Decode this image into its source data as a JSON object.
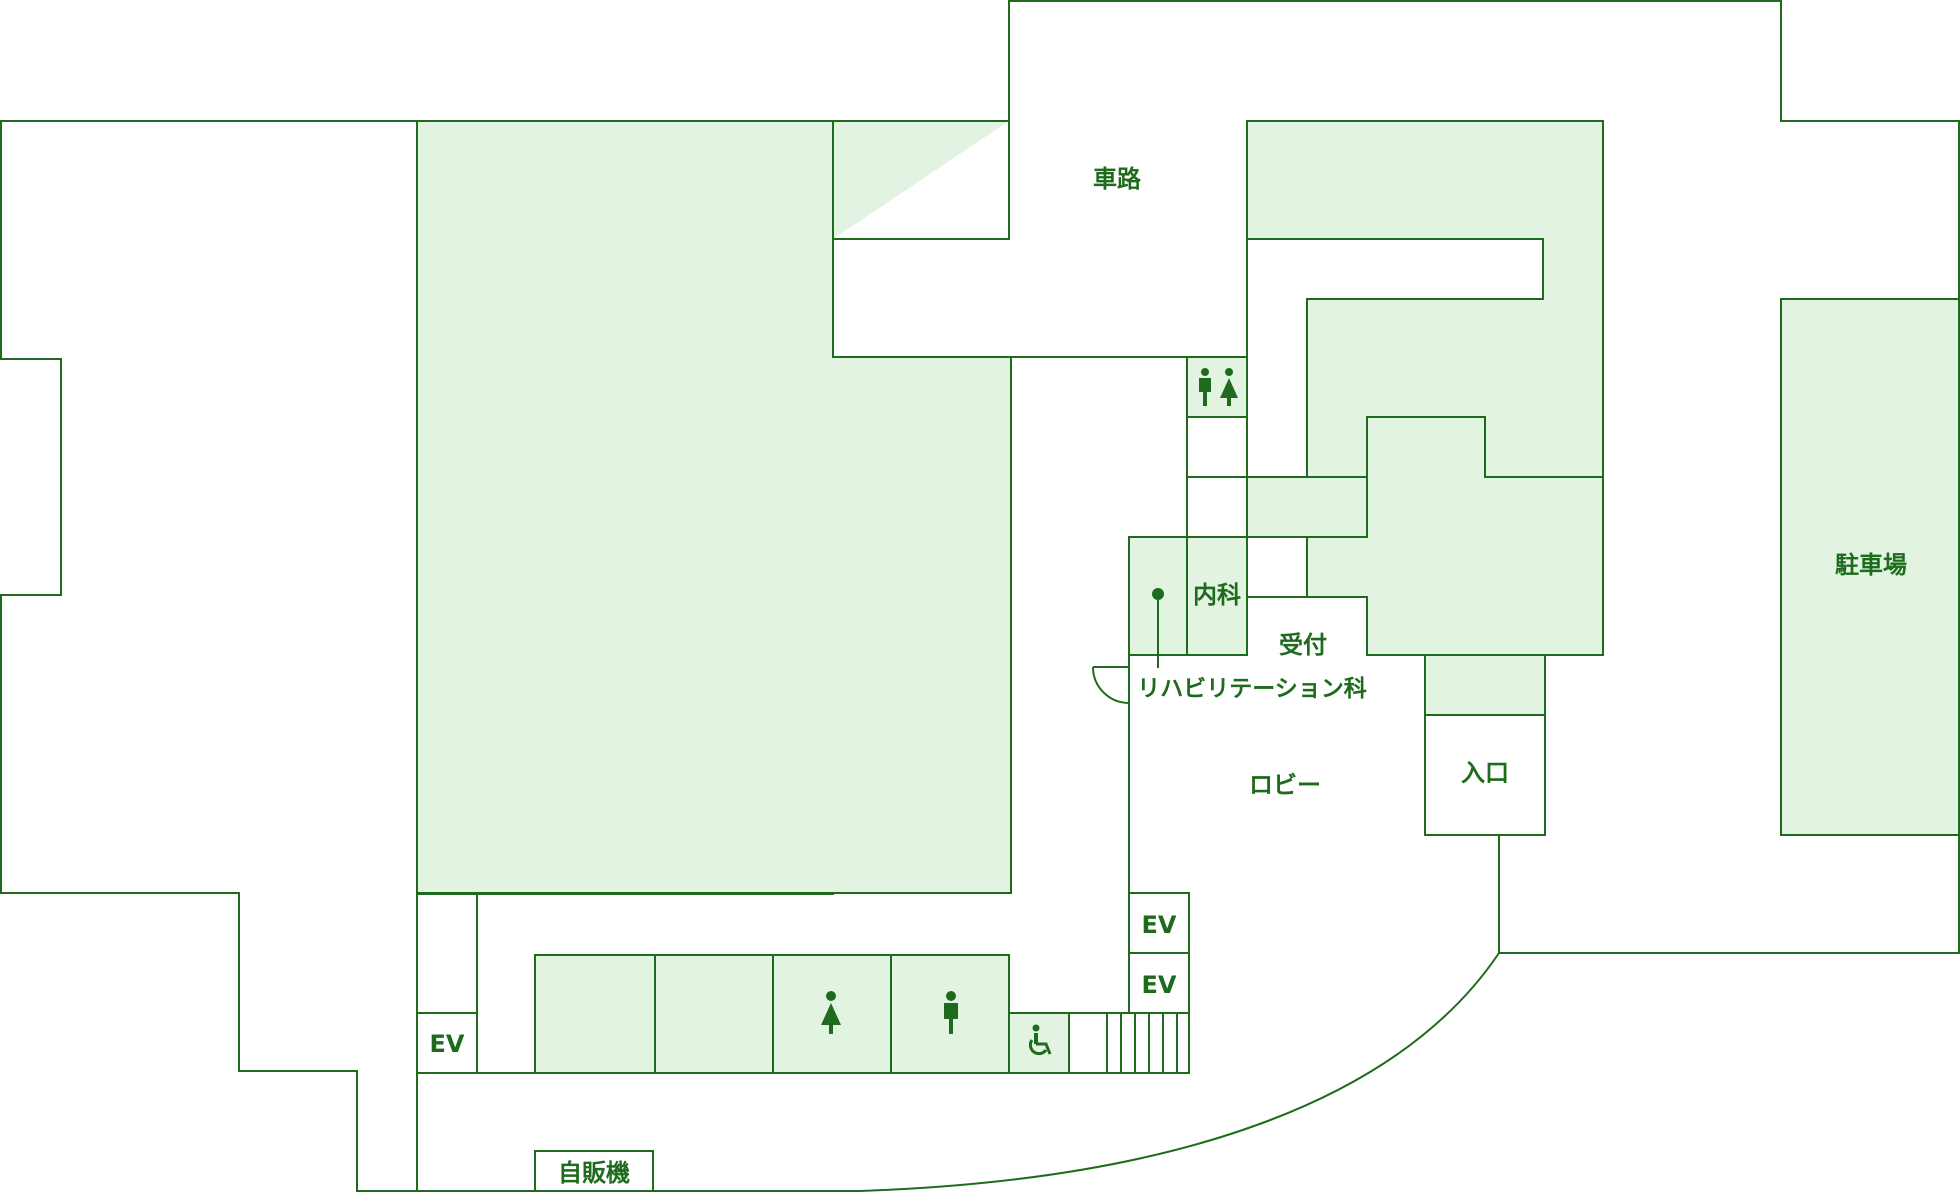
{
  "map": {
    "colors": {
      "line": "#1e6b1e",
      "room_fill": "#e2f4e1",
      "background": "#ffffff"
    },
    "labels": {
      "road": "車路",
      "parking": "駐車場",
      "internal_medicine": "内科",
      "reception": "受付",
      "rehabilitation": "リハビリテーション科",
      "lobby": "ロビー",
      "entrance": "入口",
      "ev_1": "EV",
      "ev_2": "EV",
      "ev_3": "EV",
      "vending": "自販機"
    },
    "icons": {
      "restroom_pair": "male-female-restroom-icon",
      "female_restroom": "female-restroom-icon",
      "male_restroom": "male-restroom-icon",
      "accessible_restroom": "wheelchair-icon",
      "location_marker": "location-pin-icon",
      "stairs": "stairs-icon",
      "door": "door-swing-icon"
    }
  }
}
